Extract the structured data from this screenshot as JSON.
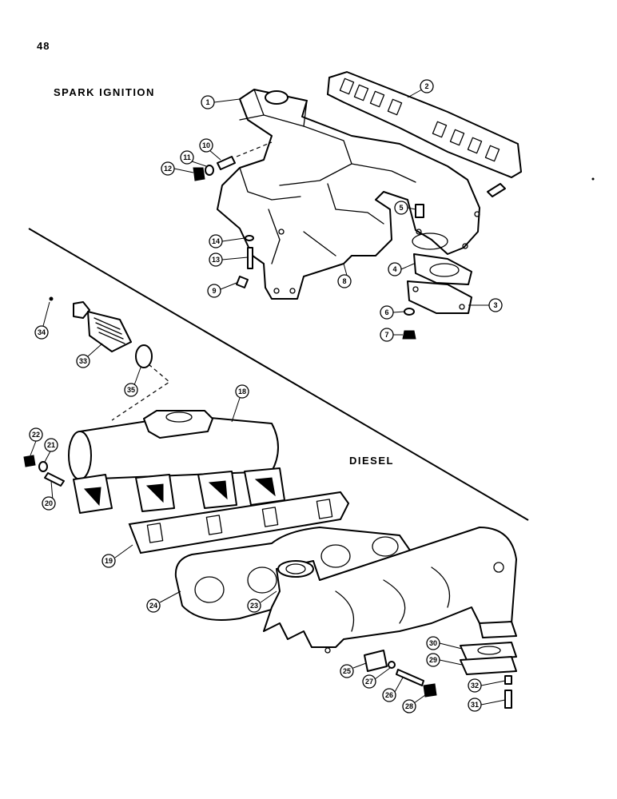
{
  "page": {
    "number": "48"
  },
  "sections": {
    "spark": "SPARK IGNITION",
    "diesel": "DIESEL"
  },
  "callouts": [
    "1",
    "2",
    "3",
    "4",
    "5",
    "6",
    "7",
    "8",
    "9",
    "10",
    "11",
    "12",
    "13",
    "14",
    "18",
    "19",
    "20",
    "21",
    "22",
    "23",
    "24",
    "25",
    "26",
    "27",
    "28",
    "29",
    "30",
    "31",
    "32",
    "33",
    "34",
    "35"
  ]
}
